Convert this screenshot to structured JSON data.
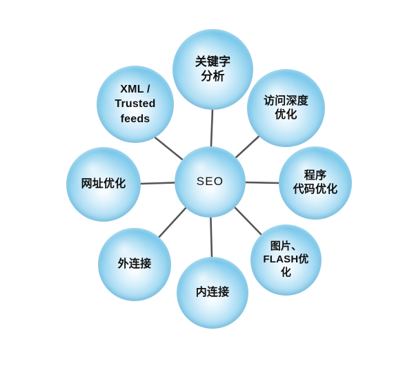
{
  "diagram": {
    "title": "SEO",
    "type": "radial-hub-and-spoke",
    "background_color": "#FFFFFF",
    "sphere_color": "#4FB0E0",
    "sphere_highlight_color": "#FFFFFF",
    "sphere_rim_color": "#3BA0D2",
    "connector_color": "#555555",
    "label_color": "#101010",
    "center": {
      "id": "seo",
      "label": "SEO"
    },
    "satellites": [
      {
        "id": "keyword-analysis",
        "label": "关键字\n分析",
        "position": "top"
      },
      {
        "id": "xml-trusted-feeds",
        "label": "XML /\nTrusted\nfeeds",
        "position": "top-left"
      },
      {
        "id": "visit-depth",
        "label": "访问深度\n优化",
        "position": "top-right"
      },
      {
        "id": "program-code",
        "label": "程序\n代码优化",
        "position": "right"
      },
      {
        "id": "image-flash",
        "label": "图片、\nFLASH优\n化",
        "position": "bottom-right"
      },
      {
        "id": "internal-links",
        "label": "内连接",
        "position": "bottom"
      },
      {
        "id": "external-links",
        "label": "外连接",
        "position": "bottom-left"
      },
      {
        "id": "url-optimization",
        "label": "网址优化",
        "position": "left"
      }
    ],
    "edges": [
      {
        "from": "seo",
        "to": "keyword-analysis"
      },
      {
        "from": "seo",
        "to": "xml-trusted-feeds"
      },
      {
        "from": "seo",
        "to": "visit-depth"
      },
      {
        "from": "seo",
        "to": "program-code"
      },
      {
        "from": "seo",
        "to": "image-flash"
      },
      {
        "from": "seo",
        "to": "internal-links"
      },
      {
        "from": "seo",
        "to": "external-links"
      },
      {
        "from": "seo",
        "to": "url-optimization"
      }
    ]
  }
}
